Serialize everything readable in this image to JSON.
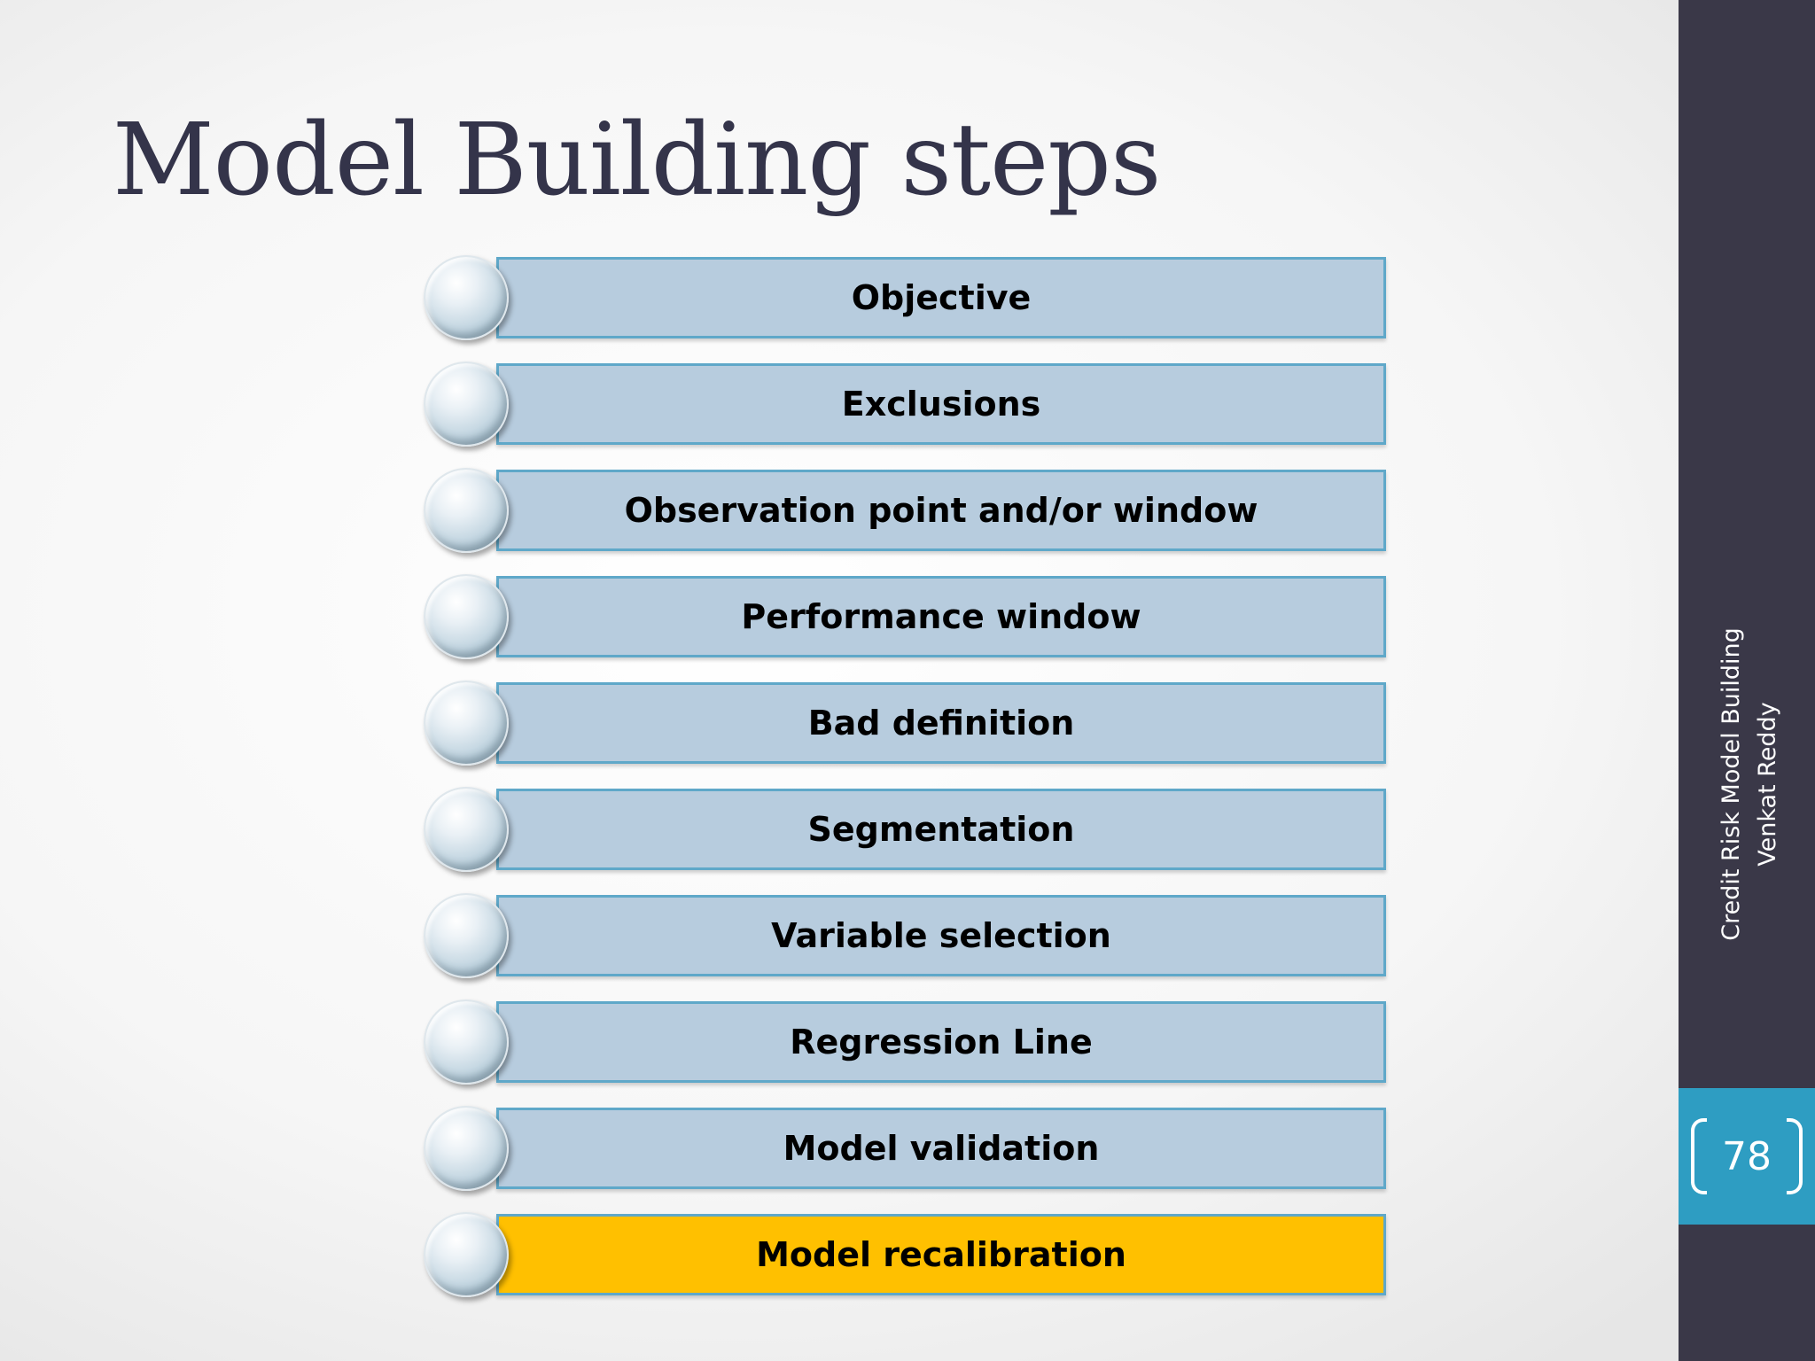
{
  "slide": {
    "title": "Model Building steps",
    "steps": [
      {
        "label": "Objective",
        "highlighted": false
      },
      {
        "label": "Exclusions",
        "highlighted": false
      },
      {
        "label": "Observation point and/or window",
        "highlighted": false
      },
      {
        "label": "Performance window",
        "highlighted": false
      },
      {
        "label": "Bad definition",
        "highlighted": false
      },
      {
        "label": "Segmentation",
        "highlighted": false
      },
      {
        "label": "Variable selection",
        "highlighted": false
      },
      {
        "label": "Regression Line",
        "highlighted": false
      },
      {
        "label": "Model validation",
        "highlighted": false
      },
      {
        "label": "Model recalibration",
        "highlighted": true
      }
    ]
  },
  "sidebar": {
    "line1": "Credit Risk Model Building",
    "line2": "Venkat Reddy",
    "page_number": "78"
  },
  "colors": {
    "title": "#34344a",
    "step_fill": "#b7ccde",
    "step_border": "#5fa8c9",
    "highlight_fill": "#ffc000",
    "sidebar": "#3a3848",
    "page_box": "#2e9dc2"
  }
}
